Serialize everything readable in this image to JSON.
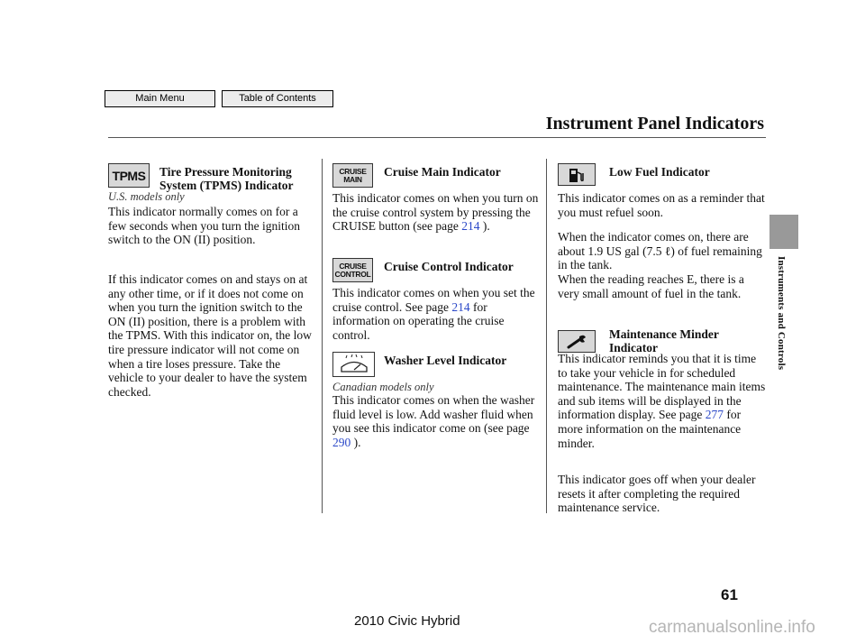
{
  "nav": {
    "main_menu": "Main Menu",
    "table_of_contents": "Table of Contents"
  },
  "page_title": "Instrument Panel Indicators",
  "side_tab": "Instruments and Controls",
  "icons": {
    "tpms": "TPMS",
    "cruise_main_line1": "CRUISE",
    "cruise_main_line2": "MAIN",
    "cruise_control_line1": "CRUISE",
    "cruise_control_line2": "CONTROL"
  },
  "col1": {
    "heading_line1": "Tire Pressure Monitoring",
    "heading_line2": "System (TPMS) Indicator",
    "note": "U.S. models only",
    "p1": "This indicator normally comes on for a few seconds when you turn the ignition switch to the ON (II) position.",
    "p2": "If this indicator comes on and stays on at any other time, or if it does not come on when you turn the ignition switch to the ON (II) position, there is a problem with the TPMS. With this indicator on, the low tire pressure indicator will not come on when a tire loses pressure. Take the vehicle to your dealer to have the system checked."
  },
  "col2": {
    "cruise_main_heading": "Cruise Main Indicator",
    "cruise_main_text_a": "This indicator comes on when you turn on the cruise control system by pressing the CRUISE button (see page ",
    "cruise_main_link": "214",
    "cruise_main_text_b": " ).",
    "cruise_control_heading": "Cruise Control Indicator",
    "cruise_control_text_a": "This indicator comes on when you set the cruise control. See page ",
    "cruise_control_link": "214",
    "cruise_control_text_b": " for information on operating the cruise control.",
    "washer_heading": "Washer Level Indicator",
    "washer_note": "Canadian models only",
    "washer_text_a": "This indicator comes on when the washer fluid level is low. Add washer fluid when you see this indicator come on (see page ",
    "washer_link": "290",
    "washer_text_b": " )."
  },
  "col3": {
    "low_fuel_heading": "Low Fuel Indicator",
    "low_fuel_p1": "This indicator comes on as a reminder that you must refuel soon.",
    "low_fuel_p2": "When the indicator comes on, there are about 1.9 US gal (7.5 ℓ) of fuel remaining in the tank.",
    "low_fuel_p3": "When the reading reaches E, there is a very small amount of fuel in the tank.",
    "maint_heading_line1": "Maintenance Minder",
    "maint_heading_line2": "Indicator",
    "maint_text_a": "This indicator reminds you that it is time to take your vehicle in for scheduled maintenance. The maintenance main items and sub items will be displayed in the information display. See page ",
    "maint_link": "277",
    "maint_text_b": " for more information on the maintenance minder.",
    "maint_p2": "This indicator goes off when your dealer resets it after completing the required maintenance service."
  },
  "footer": {
    "title": "2010 Civic Hybrid",
    "page_number": "61",
    "watermark": "carmanualsonline.info"
  }
}
